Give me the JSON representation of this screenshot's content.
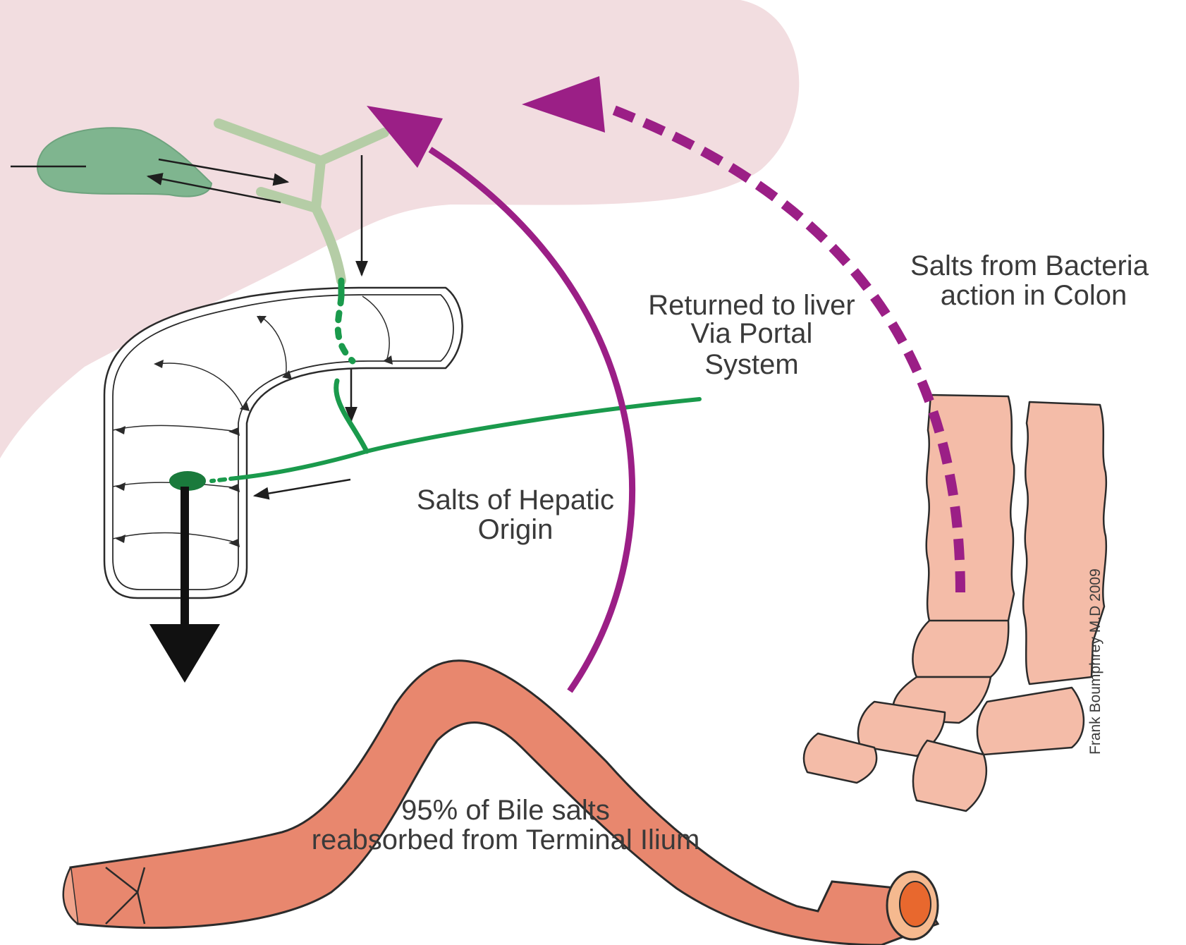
{
  "labels": {
    "returned_line1": "Returned to liver",
    "returned_line2": "Via Portal",
    "returned_line3": "System",
    "bacteria_line1": "Salts from Bacteria",
    "bacteria_line2": "action in Colon",
    "hepatic_line1": "Salts of Hepatic",
    "hepatic_line2": "Origin",
    "ilium_line1": "95% of Bile salts",
    "ilium_line2": "reabsorbed from Terminal Ilium",
    "credit": "Frank Boumphrey M.D 2009"
  },
  "colors": {
    "liver": "#f2dde0",
    "gallbladder": "#7fb58f",
    "bile_duct_light": "#b5cda6",
    "bile_duct_dark": "#1a9a4c",
    "portal_arrow": "#9b1f86",
    "ileum": "#e8876e",
    "colon": "#f4bca8",
    "outline": "#2b2b2b"
  }
}
